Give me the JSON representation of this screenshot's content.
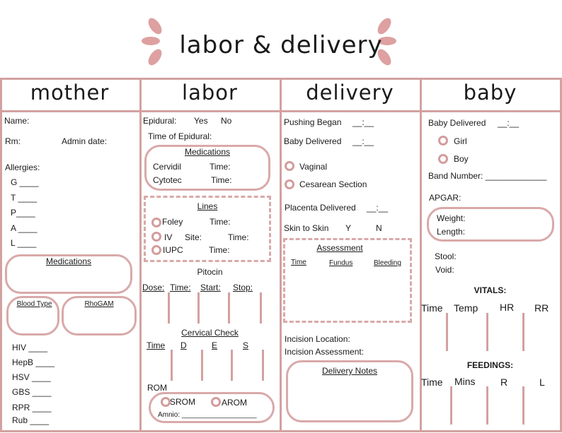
{
  "title": "labor & delivery",
  "columns": {
    "mother": "mother",
    "labor": "labor",
    "delivery": "delivery",
    "baby": "baby"
  },
  "mother": {
    "name": "Name:",
    "rm": "Rm:",
    "admin_date": "Admin date:",
    "allergies": "Allergies:",
    "gtpal": [
      "G ____",
      "T ____",
      "P____",
      "A ____",
      "L ____"
    ],
    "medications": "Medications",
    "blood_type": "Blood Type",
    "rhogam": "RhoGAM",
    "labs": [
      "HIV ____",
      "HepB ____",
      "HSV ____",
      "GBS ____",
      "RPR ____",
      "Rub ____"
    ]
  },
  "labor": {
    "epidural": "Epidural:",
    "yes": "Yes",
    "no": "No",
    "time_of_epidural": "Time of Epidural:",
    "medications": "Medications",
    "cervidil": "Cervidil",
    "cytotec": "Cytotec",
    "time": "Time:",
    "lines": "Lines",
    "foley": "Foley",
    "iv": "IV",
    "site": "Site:",
    "iupc": "IUPC",
    "pitocin": "Pitocin",
    "pitocin_cols": [
      "Dose:",
      "Time:",
      "Start:",
      "Stop:"
    ],
    "cervical_check": "Cervical Check",
    "cervical_cols": [
      "Time",
      "D",
      "E",
      "S"
    ],
    "rom": "ROM",
    "srom": "SROM",
    "arom": "AROM",
    "amnio": "Amnio: ___________________"
  },
  "delivery": {
    "pushing_began": "Pushing Began",
    "baby_delivered": "Baby Delivered",
    "time_blank": "__:__",
    "vaginal": "Vaginal",
    "cesarean": "Cesarean Section",
    "placenta_delivered": "Placenta Delivered",
    "skin_to_skin": "Skin to Skin",
    "y": "Y",
    "n": "N",
    "assessment": "Assessment",
    "assessment_cols": [
      "Time",
      "Fundus",
      "Bleeding"
    ],
    "incision_location": "Incision Location:",
    "incision_assessment": "Incision Assessment:",
    "delivery_notes": "Delivery Notes"
  },
  "baby": {
    "baby_delivered": "Baby Delivered",
    "time_blank": "__:__",
    "girl": "Girl",
    "boy": "Boy",
    "band_number": "Band Number: _____________",
    "apgar": "APGAR:",
    "weight": "Weight:",
    "length": "Length:",
    "stool": "Stool:",
    "void": "Void:",
    "vitals": "VITALS:",
    "vitals_cols": [
      "Time",
      "Temp",
      "HR",
      "RR"
    ],
    "feedings": "FEEDINGS:",
    "feedings_cols": [
      "Time",
      "Mins",
      "R",
      "L"
    ]
  },
  "colors": {
    "accent": "#d9a9a9",
    "ink": "#1a1a1a"
  },
  "icons": [
    "sparkle-left-icon",
    "sparkle-right-icon"
  ]
}
